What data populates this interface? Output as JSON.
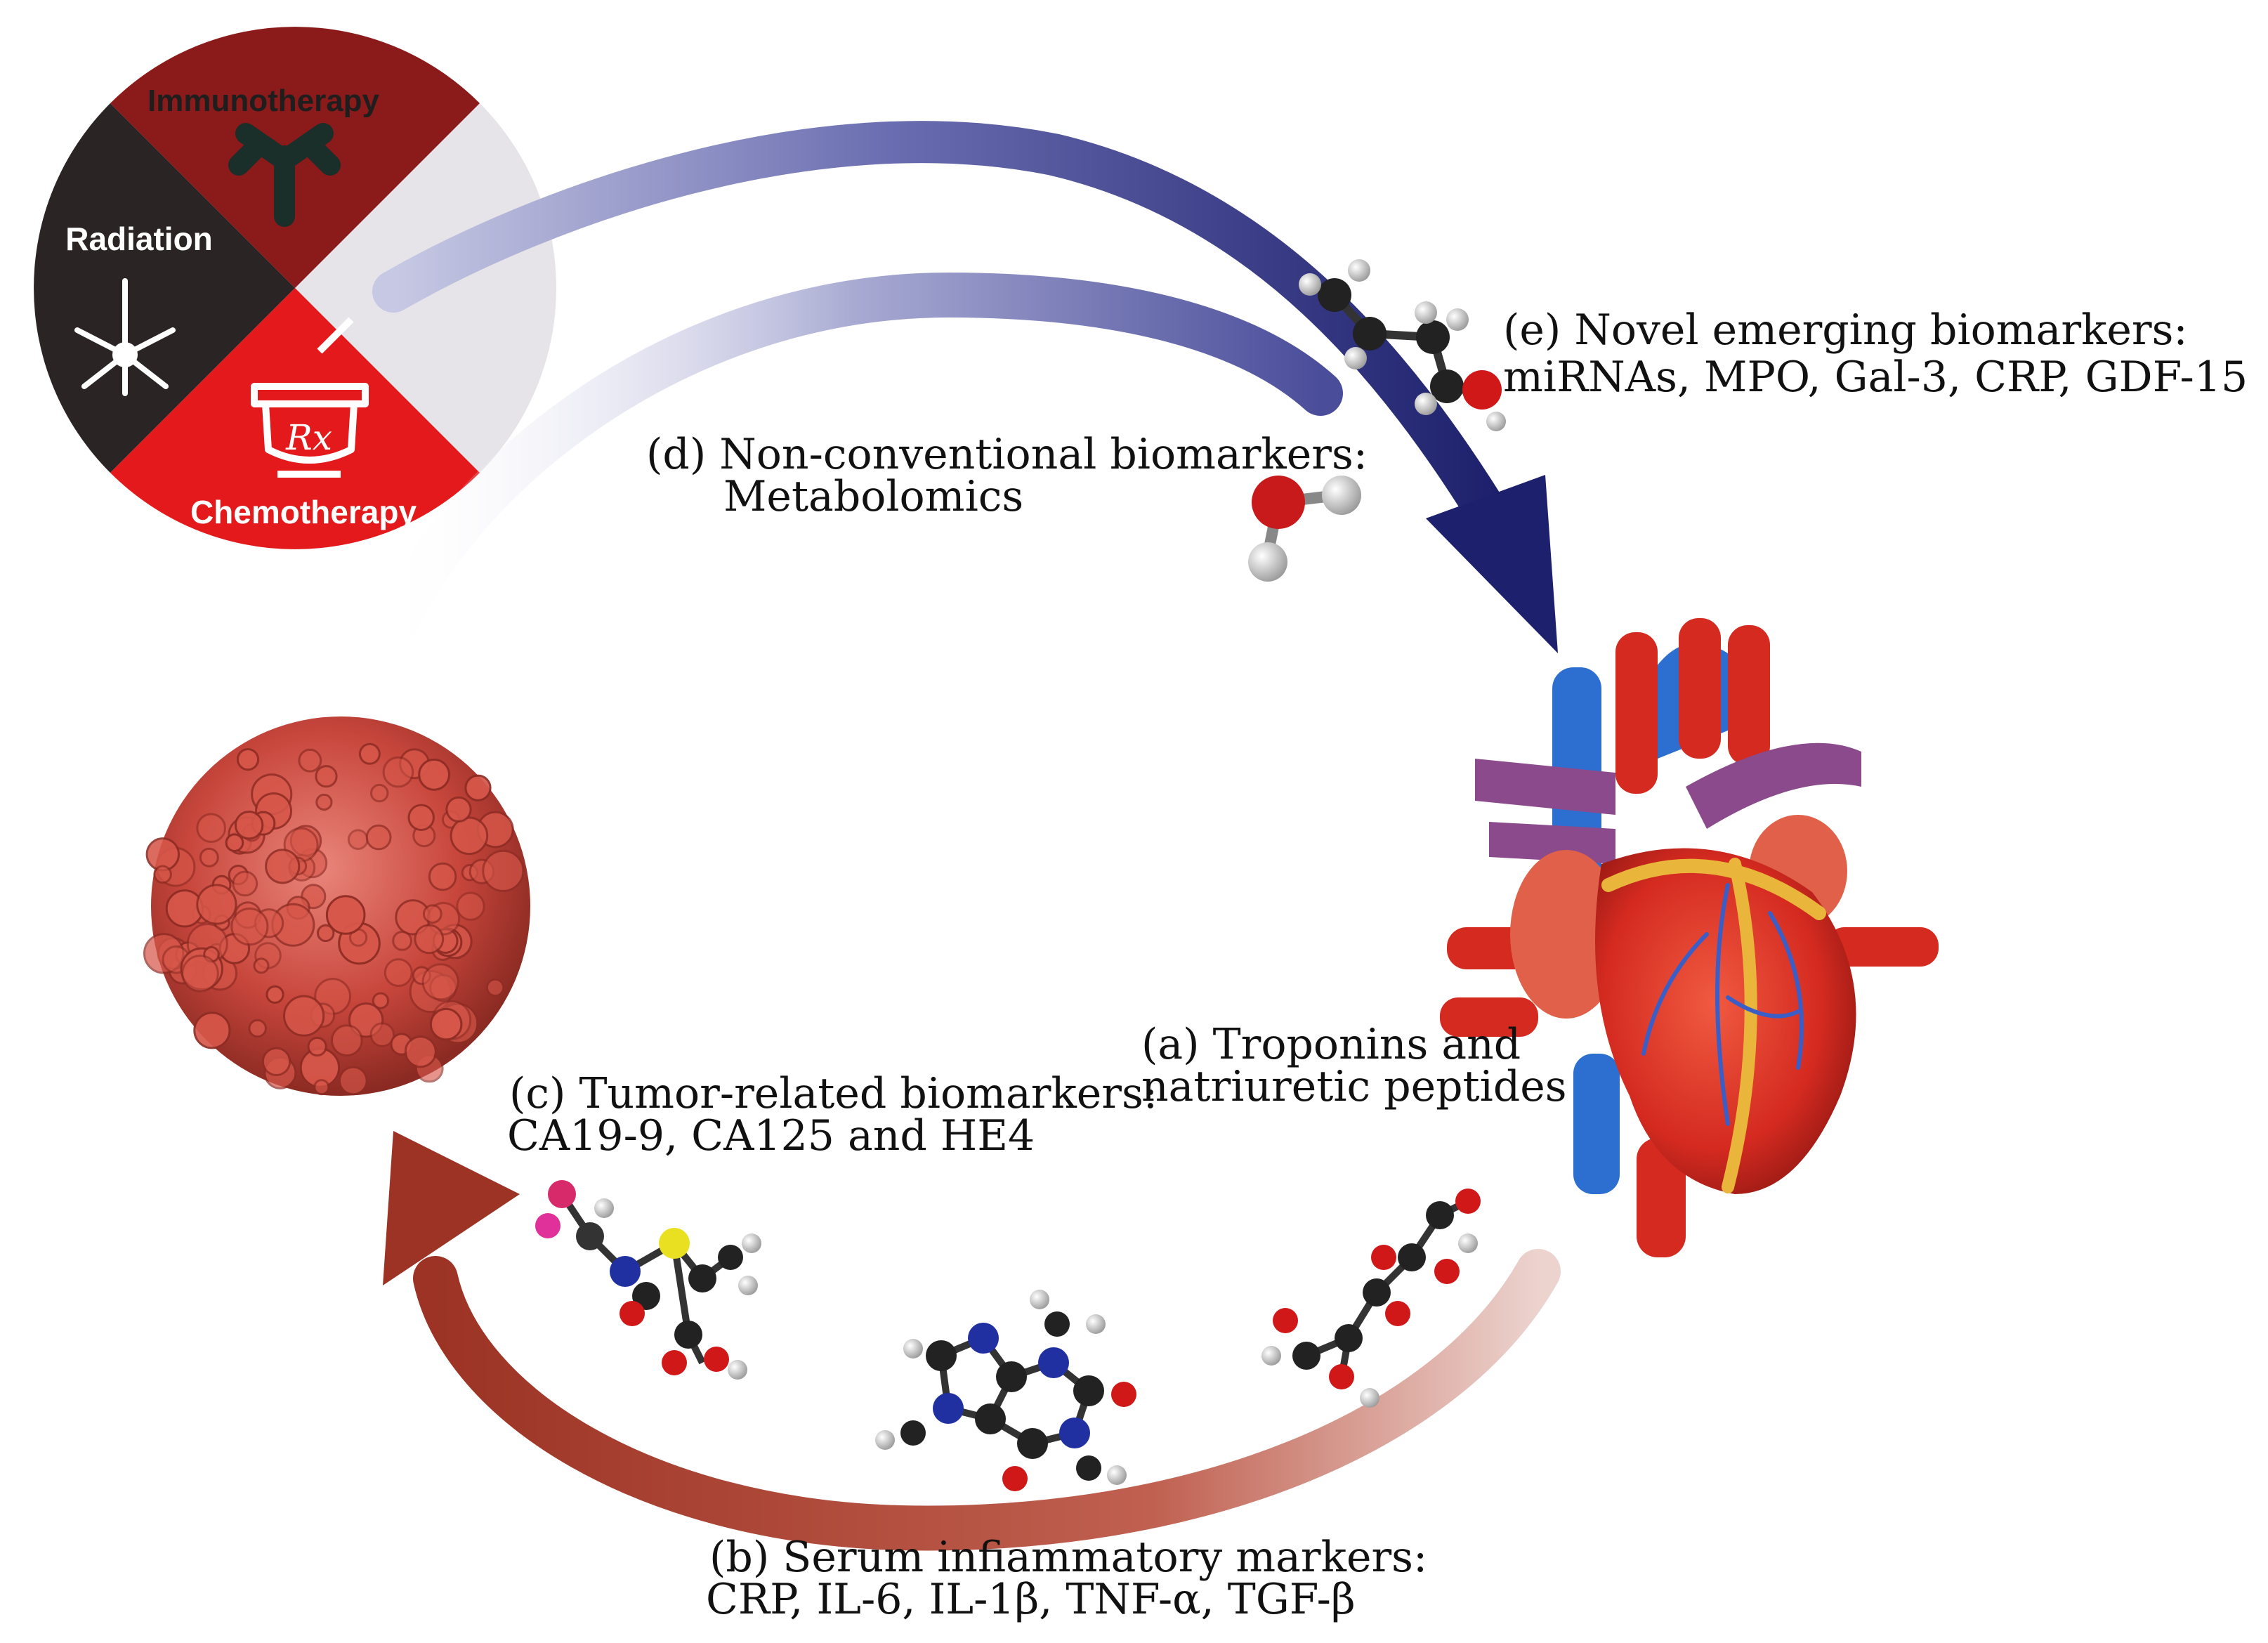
{
  "wheel": {
    "immunotherapy": "Immunotherapy",
    "radiation": "Radiation",
    "chemotherapy": "Chemotherapy",
    "rx": "Rx"
  },
  "labels": {
    "a_line1": "(a) Troponins and",
    "a_line2": "natriuretic peptides",
    "b_line1": "(b) Serum infiammatory markers:",
    "b_line2": "CRP, IL-6, IL-1β, TNF-α, TGF-β",
    "c_line1": "(c) Tumor-related biomarkers:",
    "c_line2": "CA19-9, CA125 and HE4",
    "d_line1": "(d) Non-conventional biomarkers:",
    "d_line2": "Metabolomics",
    "e_line1": "(e) Novel emerging biomarkers:",
    "e_line2": "miRNAs, MPO, Gal-3, CRP, GDF-15"
  },
  "colors": {
    "immunotherapy": "#8b1a1a",
    "radiation": "#2b2424",
    "chemotherapy": "#e3191b",
    "wheel_gap": "#e6e4e8",
    "arrow_blue": "#1f2270",
    "arrow_red": "#a84030",
    "heart_red": "#d42a20",
    "vessel_blue": "#2c6fd0",
    "vessel_purple": "#8a4a8c",
    "fat_yellow": "#e9b53a",
    "cell_red": "#c8463c"
  }
}
